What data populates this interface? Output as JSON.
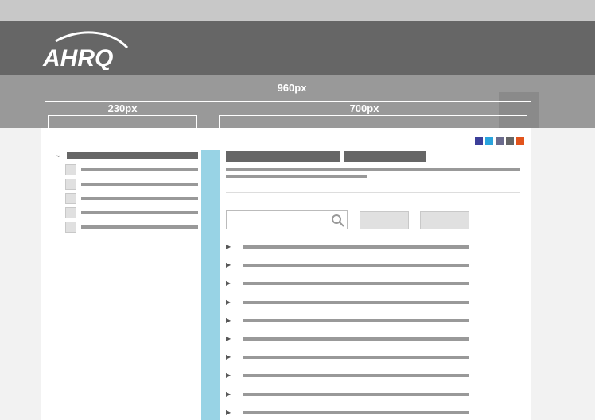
{
  "brand": {
    "logo_text": "AHRQ"
  },
  "dimensions": {
    "total": "960px",
    "sidebar": "230px",
    "content": "700px"
  },
  "colors": {
    "header_bg": "#666666",
    "subband_bg": "#999999",
    "divider": "#98d3e5",
    "swatches": [
      "#3c3f99",
      "#2aa4dd",
      "#6b6b8c",
      "#666666",
      "#e2541c"
    ]
  },
  "icons": {
    "search": "search-icon",
    "chevron": "chevron-down-icon",
    "row_arrow": "triangle-right-icon"
  },
  "sidebar": {
    "item_count": 5
  },
  "content": {
    "row_count": 10
  }
}
